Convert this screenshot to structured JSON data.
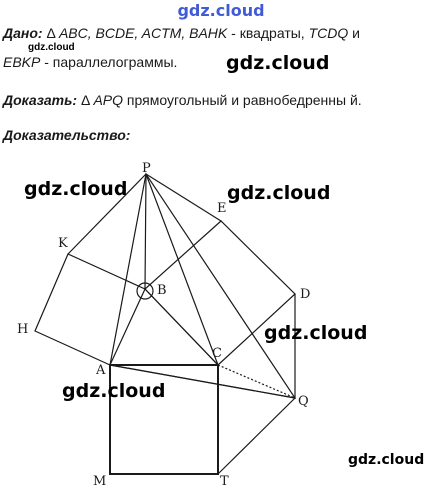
{
  "watermarks": {
    "header": "gdz.cloud",
    "small": "gdz.cloud",
    "main": "gdz.cloud"
  },
  "given": {
    "label": "Дано:",
    "triangle_symbol": "Δ",
    "figures": "ABC, BCDE, ACTM, BAHK",
    "text1": " - квадраты, ",
    "parallelograms": "TCDQ",
    "text2": " и",
    "parallelogram2": "EBKP",
    "text3": " - параллелограммы."
  },
  "prove": {
    "label": "Доказать:",
    "triangle_symbol": "Δ",
    "triangle": "APQ",
    "text": " прямоугольный и равнобедренны й."
  },
  "proof": {
    "label": "Доказательство:"
  },
  "figure": {
    "points": {
      "P": "P",
      "E": "E",
      "K": "K",
      "B": "B",
      "D": "D",
      "H": "H",
      "C": "C",
      "A": "A",
      "Q": "Q",
      "M": "M",
      "T": "T"
    }
  }
}
